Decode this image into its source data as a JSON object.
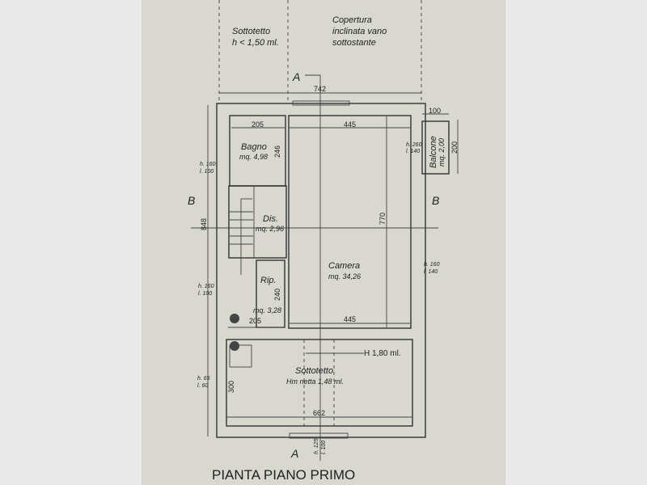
{
  "notes": {
    "attic_top": "Sottotetto",
    "attic_top_height": "h < 1,50 ml.",
    "roof_line1": "Copertura",
    "roof_line2": "inclinata vano",
    "roof_line3": "sottostante"
  },
  "section_marks": {
    "a": "A",
    "b": "B"
  },
  "dimensions": {
    "overall_width": "742",
    "overall_depth": "848",
    "bagno_width": "205",
    "bagno_depth": "246",
    "camera_width_top": "445",
    "camera_width_bottom": "445",
    "camera_depth": "770",
    "rip_width": "205",
    "rip_depth": "240",
    "balcone_width": "100",
    "balcone_depth": "200",
    "sottotetto_width": "662",
    "sottotetto_depth": "300"
  },
  "rooms": [
    {
      "name": "Bagno",
      "area": "mq. 4,98"
    },
    {
      "name": "Dis.",
      "area": "mq. 2,96"
    },
    {
      "name": "Rip.",
      "area": "mq. 3,28"
    },
    {
      "name": "Camera",
      "area": "mq. 34,26"
    },
    {
      "name": "Balcone",
      "area": "mq. 2,00"
    },
    {
      "name": "Sottotetto",
      "area": "Hm netta 1,48 ml."
    }
  ],
  "openings": [
    {
      "h": "h. 160",
      "l": "l. 100"
    },
    {
      "h": "h. 160",
      "l": "l. 100"
    },
    {
      "h": "h. 65",
      "l": "l. 60"
    },
    {
      "h": "h. 260",
      "l": "l. 140"
    },
    {
      "h": "h. 160",
      "l": "l. 140"
    },
    {
      "h": "h. 125",
      "l": "l. 100"
    }
  ],
  "height_note": "H 1,80 ml.",
  "title": "PIANTA PIANO PRIMO"
}
